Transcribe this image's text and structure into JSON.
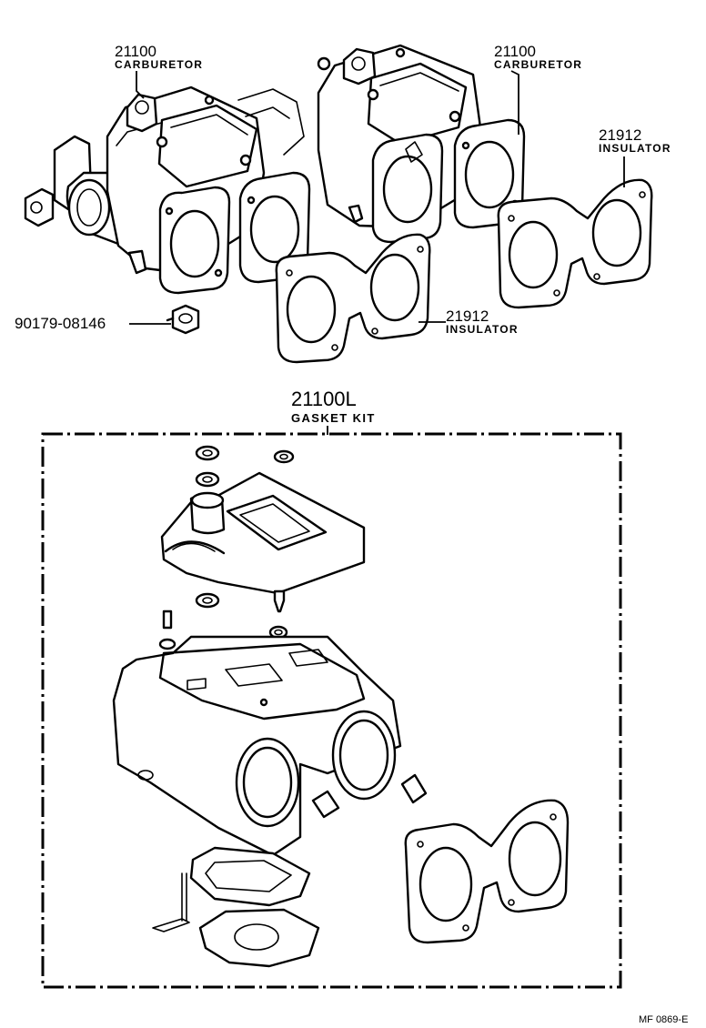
{
  "parts": [
    {
      "number": "21100",
      "name": "CARBURETOR"
    },
    {
      "number": "21100",
      "name": "CARBURETOR"
    },
    {
      "number": "21912",
      "name": "INSULATOR"
    },
    {
      "number": "21912",
      "name": "INSULATOR"
    },
    {
      "number": "90179-08146",
      "name": ""
    }
  ],
  "kit": {
    "number": "21100L",
    "name": "GASKET KIT"
  },
  "reference": "MF 0869-E"
}
